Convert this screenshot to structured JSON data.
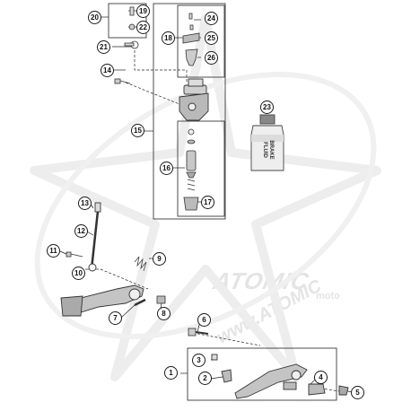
{
  "watermark": {
    "brand": "ATOMIC",
    "sub": "moto",
    "url": "www.ATOMIC"
  },
  "bottle": {
    "label_line1": "BRAKE",
    "label_line2": "FLUID"
  },
  "callouts": [
    {
      "id": "c1",
      "number": "1"
    },
    {
      "id": "c2",
      "number": "2"
    },
    {
      "id": "c3",
      "number": "3"
    },
    {
      "id": "c4",
      "number": "4"
    },
    {
      "id": "c5",
      "number": "5"
    },
    {
      "id": "c6",
      "number": "6"
    },
    {
      "id": "c7",
      "number": "7"
    },
    {
      "id": "c8",
      "number": "8"
    },
    {
      "id": "c9",
      "number": "9"
    },
    {
      "id": "c10",
      "number": "10"
    },
    {
      "id": "c11",
      "number": "11"
    },
    {
      "id": "c12",
      "number": "12"
    },
    {
      "id": "c13",
      "number": "13"
    },
    {
      "id": "c14",
      "number": "14"
    },
    {
      "id": "c15",
      "number": "15"
    },
    {
      "id": "c16",
      "number": "16"
    },
    {
      "id": "c17",
      "number": "17"
    },
    {
      "id": "c18",
      "number": "18"
    },
    {
      "id": "c19",
      "number": "19"
    },
    {
      "id": "c20",
      "number": "20"
    },
    {
      "id": "c21",
      "number": "21"
    },
    {
      "id": "c22",
      "number": "22"
    },
    {
      "id": "c23",
      "number": "23"
    },
    {
      "id": "c24",
      "number": "24"
    },
    {
      "id": "c25",
      "number": "25"
    },
    {
      "id": "c26",
      "number": "26"
    }
  ]
}
